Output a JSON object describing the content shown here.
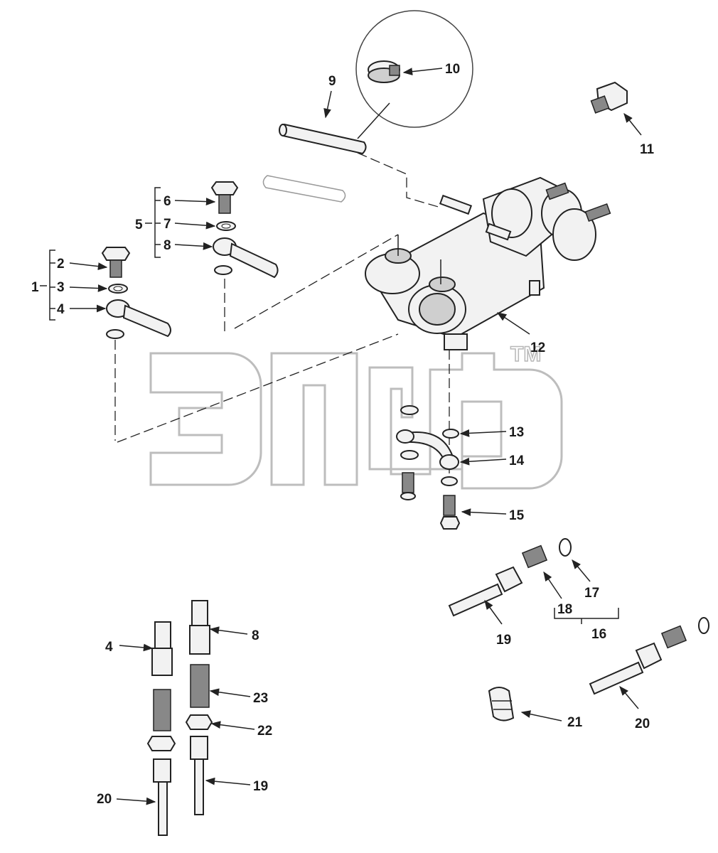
{
  "labels": {
    "n1": "1",
    "n2": "2",
    "n3": "3",
    "n4": "4",
    "n5": "5",
    "n6": "6",
    "n7": "7",
    "n8": "8",
    "n9": "9",
    "n10": "10",
    "n11": "11",
    "n12": "12",
    "n13": "13",
    "n14": "14",
    "n15": "15",
    "n16": "16",
    "n17": "17",
    "n18": "18",
    "n19": "19",
    "n20": "20",
    "n21": "21",
    "n22": "22",
    "n23": "23",
    "b4": "4",
    "b8": "8",
    "b23": "23",
    "b22": "22",
    "b19": "19",
    "b20": "20",
    "r20": "20"
  },
  "watermark": {
    "mark": "TM"
  }
}
